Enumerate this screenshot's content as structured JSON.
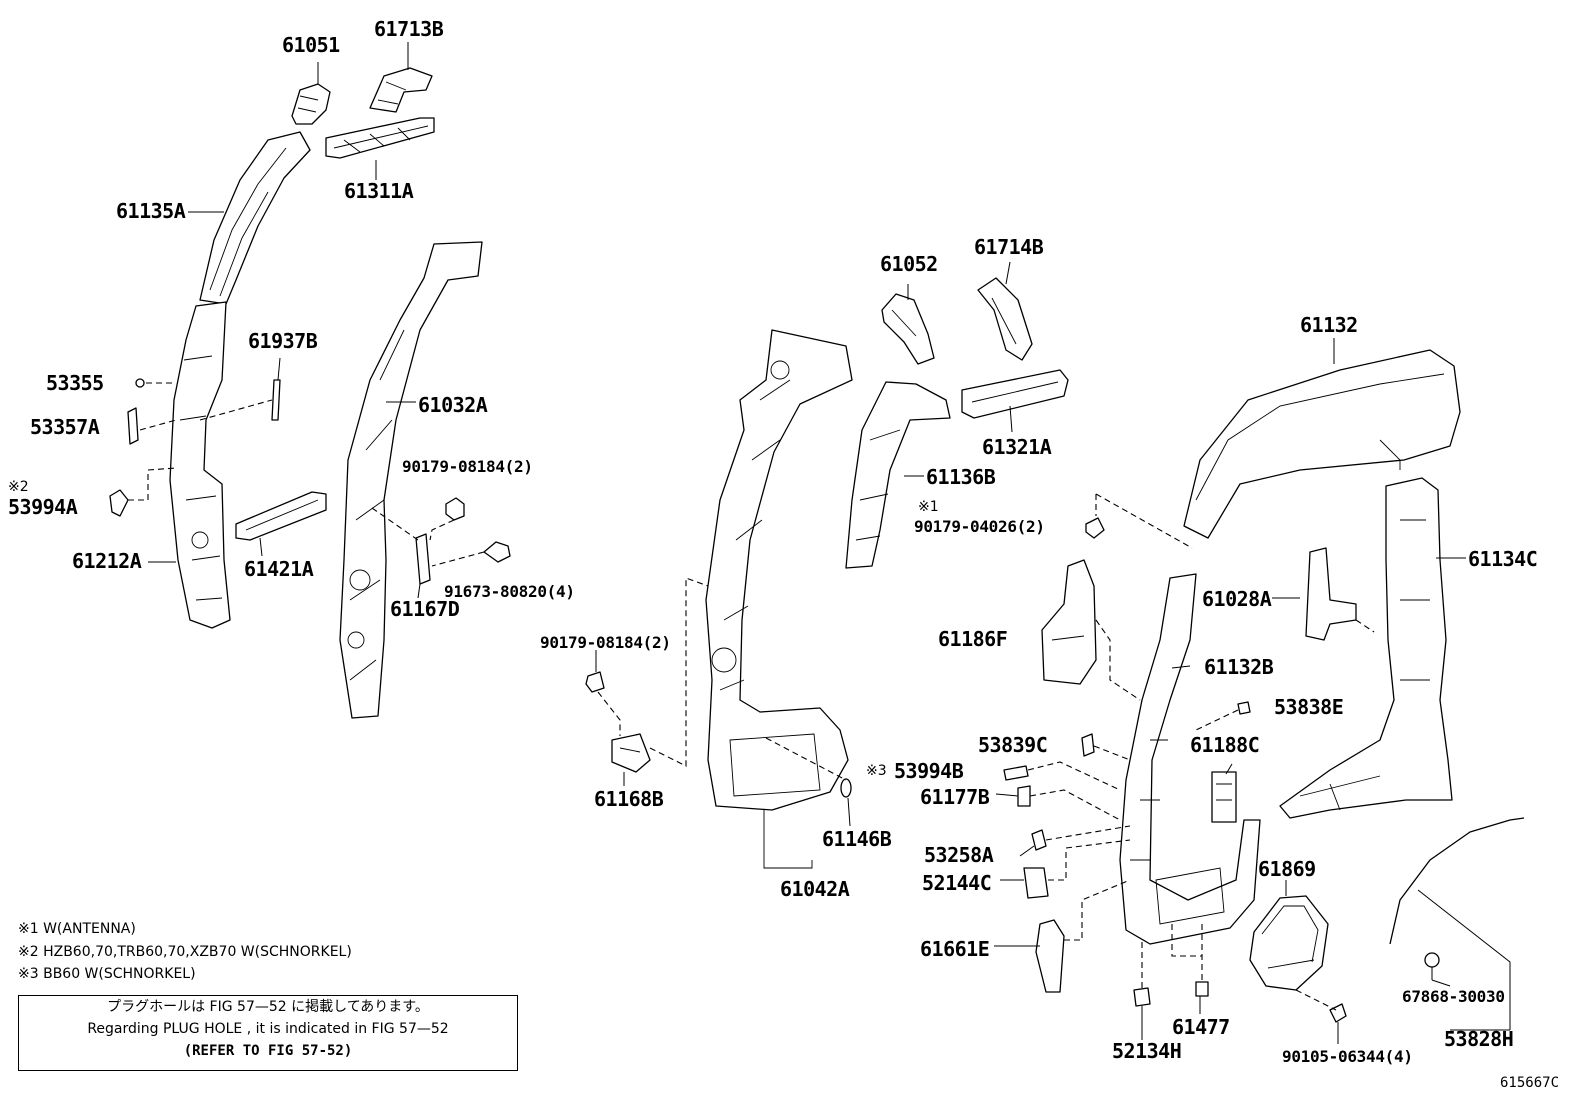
{
  "parts": [
    {
      "id": "p61051",
      "label": "61051"
    },
    {
      "id": "p61713B",
      "label": "61713B"
    },
    {
      "id": "p61311A",
      "label": "61311A"
    },
    {
      "id": "p61135A",
      "label": "61135A"
    },
    {
      "id": "p53355",
      "label": "53355"
    },
    {
      "id": "p53357A",
      "label": "53357A"
    },
    {
      "id": "p53994A",
      "label": "53994A"
    },
    {
      "id": "p61212A",
      "label": "61212A"
    },
    {
      "id": "p61937B",
      "label": "61937B"
    },
    {
      "id": "p61421A",
      "label": "61421A"
    },
    {
      "id": "p61032A",
      "label": "61032A"
    },
    {
      "id": "p90179_08184_a",
      "label": "90179-08184(2)"
    },
    {
      "id": "p91673_80820",
      "label": "91673-80820(4)"
    },
    {
      "id": "p61167D",
      "label": "61167D"
    },
    {
      "id": "p61052",
      "label": "61052"
    },
    {
      "id": "p61714B",
      "label": "61714B"
    },
    {
      "id": "p61321A",
      "label": "61321A"
    },
    {
      "id": "p61136B",
      "label": "61136B"
    },
    {
      "id": "p90179_04026",
      "label": "90179-04026(2)"
    },
    {
      "id": "p61132",
      "label": "61132"
    },
    {
      "id": "p61134C",
      "label": "61134C"
    },
    {
      "id": "p61028A",
      "label": "61028A"
    },
    {
      "id": "p61186F",
      "label": "61186F"
    },
    {
      "id": "p61132B",
      "label": "61132B"
    },
    {
      "id": "p53838E",
      "label": "53838E"
    },
    {
      "id": "p53839C",
      "label": "53839C"
    },
    {
      "id": "p61188C",
      "label": "61188C"
    },
    {
      "id": "p53994B",
      "label": "53994B"
    },
    {
      "id": "p61177B",
      "label": "61177B"
    },
    {
      "id": "p53258A",
      "label": "53258A"
    },
    {
      "id": "p52144C",
      "label": "52144C"
    },
    {
      "id": "p61661E",
      "label": "61661E"
    },
    {
      "id": "p61869",
      "label": "61869"
    },
    {
      "id": "p52134H",
      "label": "52134H"
    },
    {
      "id": "p61477",
      "label": "61477"
    },
    {
      "id": "p90105_06344",
      "label": "90105-06344(4)"
    },
    {
      "id": "p67868_30030",
      "label": "67868-30030"
    },
    {
      "id": "p53828H",
      "label": "53828H"
    },
    {
      "id": "p90179_08184_b",
      "label": "90179-08184(2)"
    },
    {
      "id": "p61168B",
      "label": "61168B"
    },
    {
      "id": "p61146B",
      "label": "61146B"
    },
    {
      "id": "p61042A",
      "label": "61042A"
    }
  ],
  "markers": {
    "m1": "※1",
    "m2": "※2",
    "m3": "※3"
  },
  "notes": [
    {
      "id": "n1",
      "text": "※1 W(ANTENNA)"
    },
    {
      "id": "n2",
      "text": "※2 HZB60,70,TRB60,70,XZB70 W(SCHNORKEL)"
    },
    {
      "id": "n3",
      "text": "※3 BB60  W(SCHNORKEL)"
    }
  ],
  "notice": {
    "line1": "プラグホールは FIG 57—52 に掲載してあります。",
    "line2": "Regarding  PLUG  HOLE , it is indicated in  FIG  57—52",
    "line3": "(REFER TO FIG 57-52)"
  },
  "figure_id": "615667C"
}
